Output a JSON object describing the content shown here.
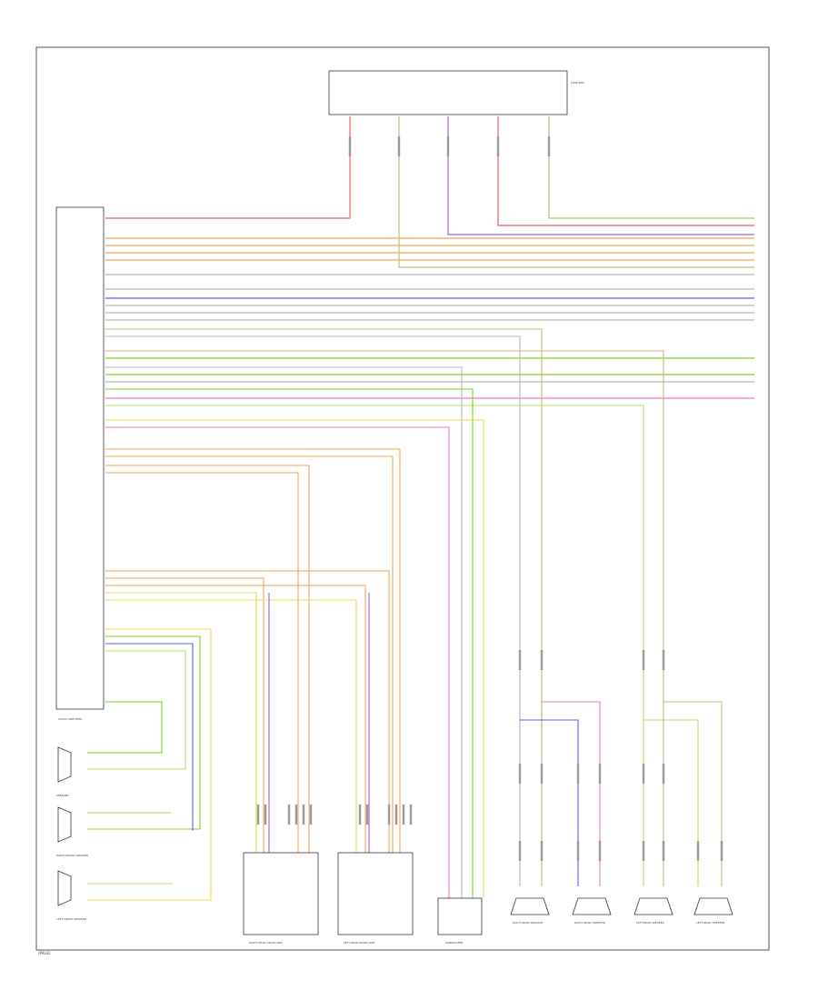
{
  "diagram": {
    "page_code": "(PAGE)",
    "wire_colors": {
      "red": "#f25c6b",
      "orange": "#f2a65a",
      "blue": "#5a5af2",
      "purple": "#a060d0",
      "green": "#7ed321",
      "yellow": "#e8dd50",
      "pink": "#f07ac8",
      "gray": "#b8b8b8",
      "olive": "#c8b878",
      "lightgreen": "#b8e060"
    },
    "fuse_box_label": "FUSE BOX",
    "main_module_label": "AUDIO AMPLIFIER",
    "left_components": [
      "SPEAKER",
      "RIGHT FRONT SPEAKER",
      "LEFT FRONT SPEAKER"
    ],
    "bottom_components": [
      "RIGHT REAR DOOR UNIT",
      "LEFT REAR DOOR UNIT",
      "SUBWOOFER",
      "RIGHT REAR SPEAKER",
      "RIGHT REAR TWEETER",
      "LEFT REAR SPEAKER",
      "LEFT REAR TWEETER"
    ]
  }
}
